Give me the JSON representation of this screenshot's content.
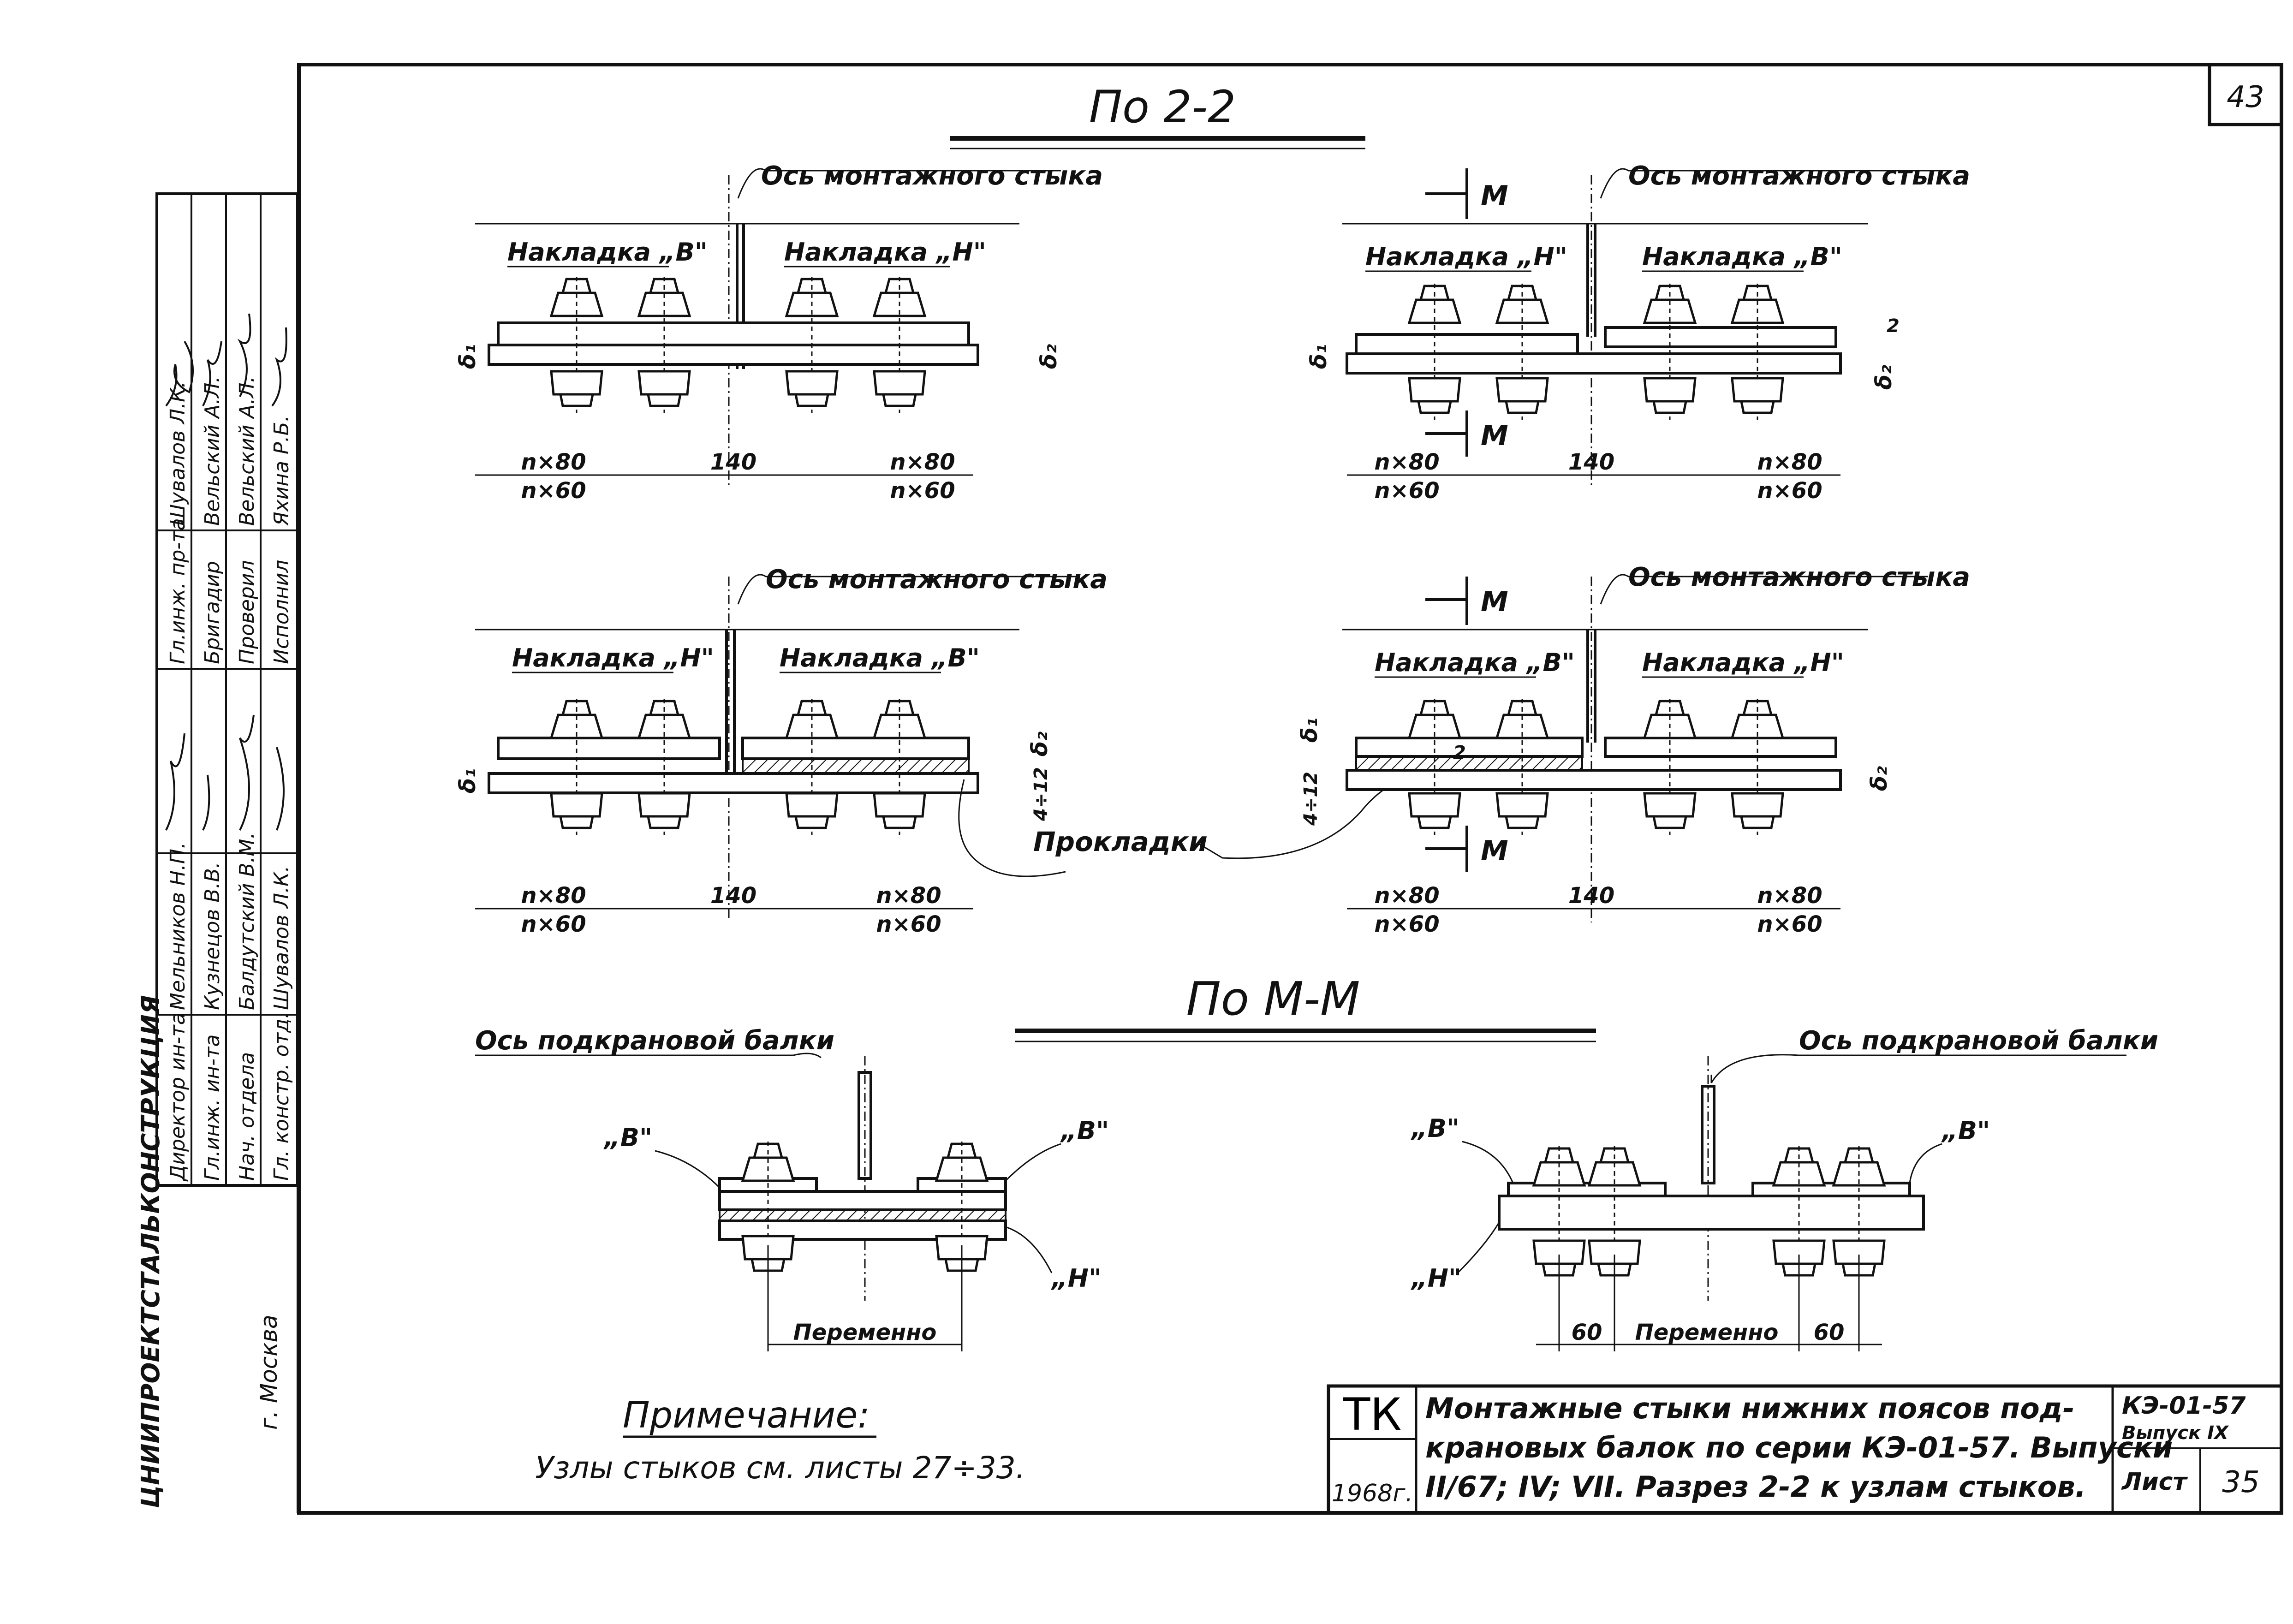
{
  "sheet_number_corner": "43",
  "section_22_title": "По 2-2",
  "section_mm_title": "По М-М",
  "labels": {
    "axis_joint": "Ось монтажного стыка",
    "axis_beam": "Ось подкрановой балки",
    "plate_v": "Накладка „В\"",
    "plate_n": "Накладка „Н\"",
    "shims": "Прокладки",
    "section_mark": "М",
    "delta1": "δ₁",
    "delta2": "δ₂",
    "gap2": "2",
    "shim_range": "4÷12",
    "dim_n80": "n×80",
    "dim_n60": "n×60",
    "dim_140": "140",
    "dim_60": "60",
    "variable": "Переменно",
    "mark_v": "„В\"",
    "mark_n": "„Н\""
  },
  "note": {
    "title": "Примечание:",
    "text": "Узлы стыков см. листы 27÷33."
  },
  "stamp": {
    "org_vertical": "ЦНИИПРОЕКТСТАЛЬКОНСТРУКЦИЯ",
    "city": "г. Москва",
    "rows": [
      {
        "role": "Директор ин-та",
        "name": "Мельников Н.П."
      },
      {
        "role": "Гл.инж. ин-та",
        "name": "Кузнецов В.В."
      },
      {
        "role": "Нач. отдела",
        "name": "Балдутский В.М."
      },
      {
        "role": "Гл. констр. отд.",
        "name": "Шувалов Л.К."
      },
      {
        "role": "Гл.инж. пр-та",
        "name": "Шувалов Л.К."
      },
      {
        "role": "Бригадир",
        "name": "Вельский А.Л."
      },
      {
        "role": "Проверил",
        "name": "Вельский А.Л."
      },
      {
        "role": "Исполнил",
        "name": "Яхина Р.Б."
      }
    ]
  },
  "title_block": {
    "tk": "ТК",
    "year": "1968г.",
    "description_line1": "Монтажные стыки нижних поясов под-",
    "description_line2": "крановых балок по серии КЭ-01-57. Выпуски",
    "description_line3": "II/67; IV; VII. Разрез 2-2 к узлам стыков.",
    "series": "КЭ-01-57",
    "issue": "Выпуск IX",
    "sheet_label": "Лист",
    "sheet_number": "35"
  }
}
